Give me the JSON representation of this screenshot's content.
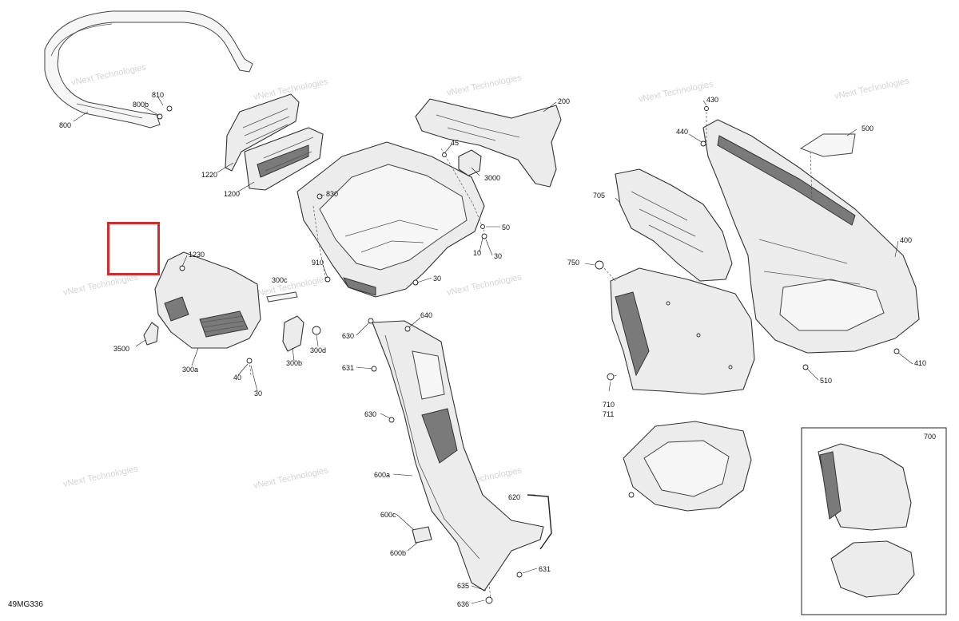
{
  "diagram_code": "49MG336",
  "watermark_text": "vNext Technologies",
  "highlight_color": "#d42a2a",
  "part_labels": [
    "800",
    "810",
    "800b",
    "1220",
    "1200",
    "830",
    "910",
    "30",
    "45",
    "3000",
    "200",
    "50",
    "10",
    "30",
    "1230",
    "300c",
    "3500",
    "300a",
    "40",
    "30",
    "300b",
    "300d",
    "630",
    "640",
    "631",
    "630",
    "600a",
    "620",
    "600c",
    "600b",
    "631",
    "635",
    "636",
    "430",
    "440",
    "500",
    "705",
    "400",
    "750",
    "410",
    "510",
    "710",
    "711",
    "700"
  ]
}
